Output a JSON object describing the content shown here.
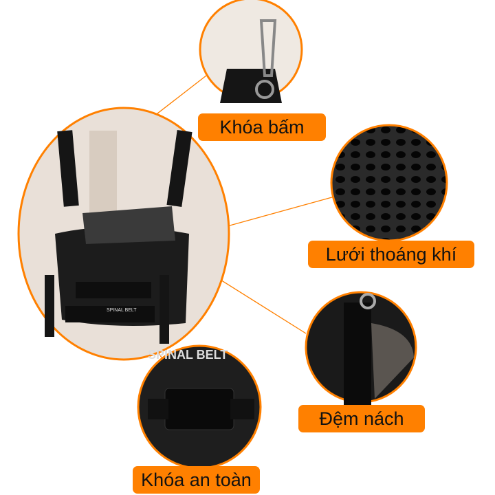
{
  "accent_color": "#ff8000",
  "product_photo": {
    "brand_text": "SPINAL BELT"
  },
  "callouts": [
    {
      "label": "Khóa bấm",
      "icon": "carabiner-clip-photo"
    },
    {
      "label": "Lưới thoáng khí",
      "icon": "mesh-fabric-photo"
    },
    {
      "label": "Đệm nách",
      "icon": "armpit-pad-photo"
    },
    {
      "label": "Khóa an toàn",
      "icon": "safety-buckle-photo"
    }
  ]
}
